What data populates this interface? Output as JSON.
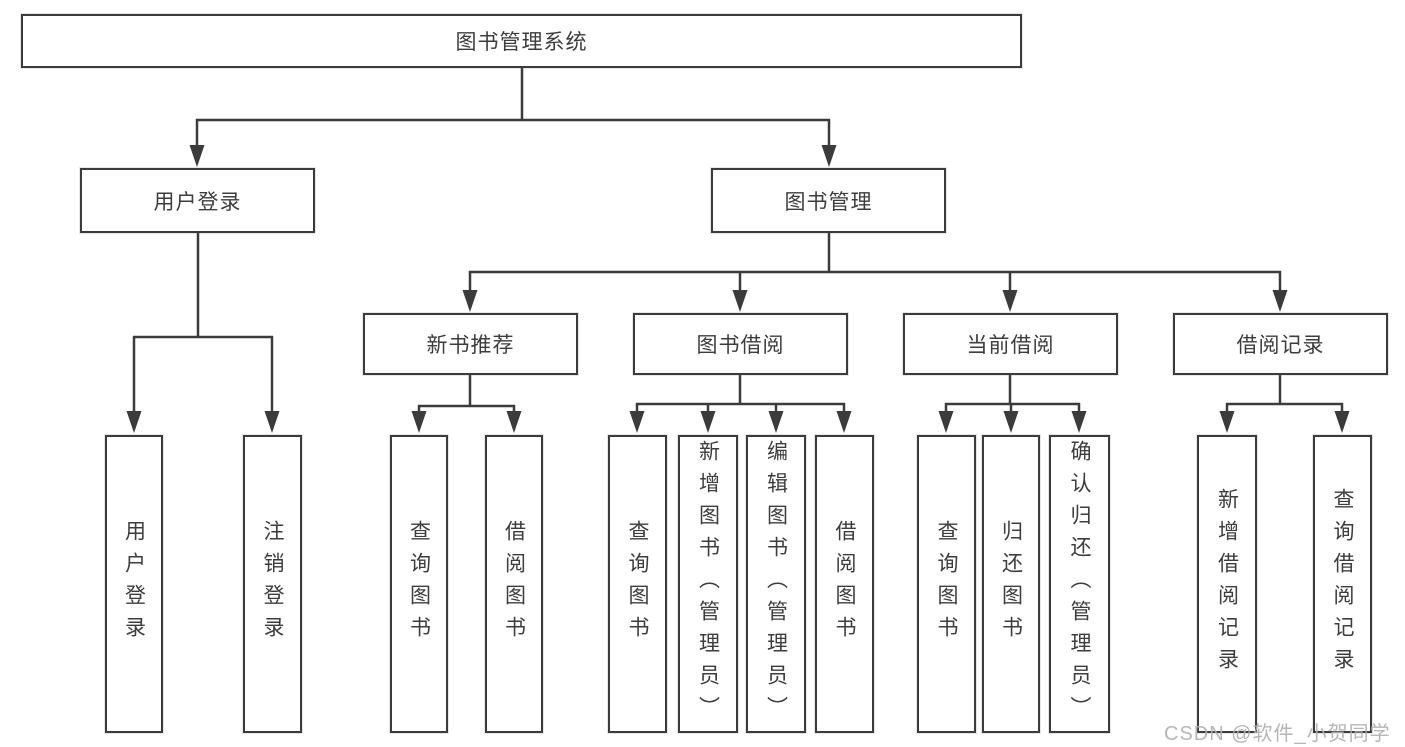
{
  "diagram_type": "hierarchy-tree",
  "tree": {
    "label": "图书管理系统",
    "children": [
      {
        "label": "用户登录",
        "children": [
          {
            "label": "用户登录"
          },
          {
            "label": "注销登录"
          }
        ]
      },
      {
        "label": "图书管理",
        "children": [
          {
            "label": "新书推荐",
            "children": [
              {
                "label": "查询图书"
              },
              {
                "label": "借阅图书"
              }
            ]
          },
          {
            "label": "图书借阅",
            "children": [
              {
                "label": "查询图书"
              },
              {
                "label": "新增图书（管理员）"
              },
              {
                "label": "编辑图书（管理员）"
              },
              {
                "label": "借阅图书"
              }
            ]
          },
          {
            "label": "当前借阅",
            "children": [
              {
                "label": "查询图书"
              },
              {
                "label": "归还图书"
              },
              {
                "label": "确认归还（管理员）"
              }
            ]
          },
          {
            "label": "借阅记录",
            "children": [
              {
                "label": "新增借阅记录"
              },
              {
                "label": "查询借阅记录"
              }
            ]
          }
        ]
      }
    ]
  },
  "watermark": {
    "text": "CSDN @软件_小贺同学"
  },
  "colors": {
    "line": "#3b3b3b",
    "text": "#3d3d3d",
    "box_background": "#ffffff",
    "watermark": "#b0b0b0"
  }
}
